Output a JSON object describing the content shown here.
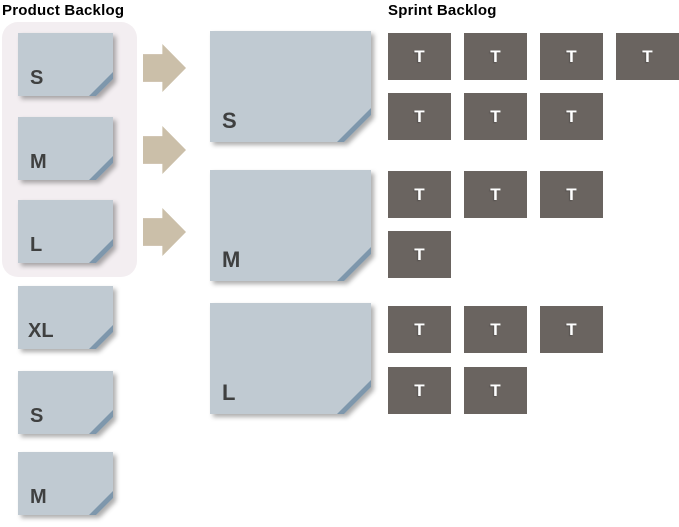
{
  "diagram": {
    "product_backlog": {
      "title": "Product Backlog",
      "grouped_notes": [
        {
          "label": "S"
        },
        {
          "label": "M"
        },
        {
          "label": "L"
        }
      ],
      "other_notes": [
        {
          "label": "XL"
        },
        {
          "label": "S"
        },
        {
          "label": "M"
        }
      ]
    },
    "sprint_backlog": {
      "title": "Sprint Backlog",
      "stories": [
        {
          "label": "S",
          "task_rows": [
            [
              "T",
              "T",
              "T",
              "T"
            ],
            [
              "T",
              "T",
              "T"
            ]
          ]
        },
        {
          "label": "M",
          "task_rows": [
            [
              "T",
              "T",
              "T"
            ],
            [
              "T"
            ]
          ]
        },
        {
          "label": "L",
          "task_rows": [
            [
              "T",
              "T",
              "T"
            ],
            [
              "T",
              "T"
            ]
          ]
        }
      ]
    },
    "icons": {
      "arrow": "arrow-right-icon",
      "folded_corner": "folded-corner-icon"
    },
    "colors": {
      "background": "#ffffff",
      "note_fill": "#c0cad2",
      "note_fold": "#7e97ac",
      "note_text": "#3f4040",
      "group_box": "#f3eef1",
      "arrow": "#cbbfa9",
      "task_fill": "#6a6460",
      "task_text": "#ffffff",
      "heading_text": "#000000"
    }
  }
}
